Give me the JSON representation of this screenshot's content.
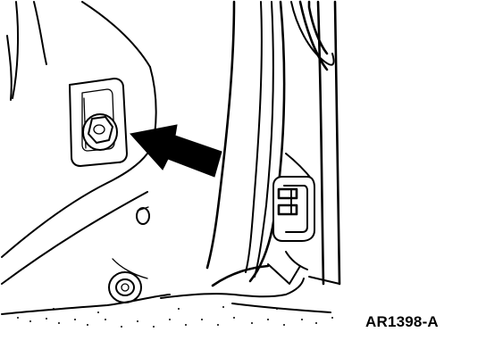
{
  "figure": {
    "id_label": "AR1398-A",
    "ink_color": "#000000",
    "background_color": "#ffffff"
  },
  "callouts": [
    {
      "type": "arrow",
      "points_to": "bolt-upper"
    }
  ]
}
